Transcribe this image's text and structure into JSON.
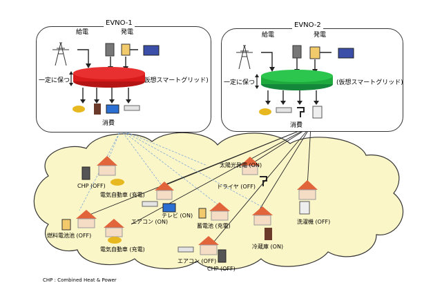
{
  "panels": [
    {
      "title": "EVNO-1",
      "supply_label": "給電",
      "generation_label": "発電",
      "left_label": "一定に保つ",
      "right_label": "(仮想スマートグリッド)",
      "consumption_label": "消費",
      "cylinder_color": "#d91a1a"
    },
    {
      "title": "EVNO-2",
      "supply_label": "給電",
      "generation_label": "発電",
      "left_label": "一定に保つ",
      "right_label": "(仮想スマートグリッド)",
      "consumption_label": "消費",
      "cylinder_color": "#1eaa3c"
    }
  ],
  "cloud_labels": {
    "solar": "太陽光発電 (ON)",
    "dryer": "ドライヤ (OFF)",
    "chp1": "CHP (OFF)",
    "ev1": "電気自動車 (充電)",
    "tv": "テレビ (ON)",
    "aircon1": "エアコン (ON)",
    "battery": "蓄電池 (充電)",
    "fuelcell": "燃料電池池 (OFF)",
    "ev2": "電気自動車 (充電)",
    "fridge": "冷蔵庫 (ON)",
    "washer": "洗濯機 (OFF)",
    "aircon2": "エアコン (OFF)",
    "chp2": "CHP (OFF)"
  },
  "footnote": "CHP : Combined Heat & Power",
  "colors": {
    "cloud_fill": "#fbf6c8",
    "cloud_stroke": "#333333",
    "house_roof": "#e2643a",
    "house_wall": "#f5dcc4",
    "dashed_link": "#7fa8d8"
  }
}
